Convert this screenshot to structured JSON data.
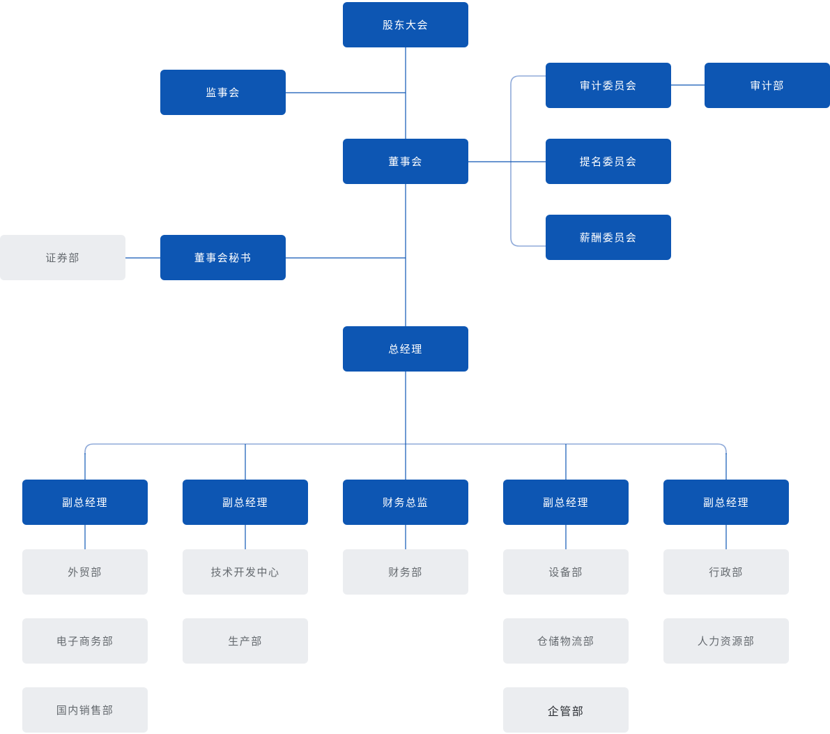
{
  "diagram": {
    "type": "org-chart",
    "language": "zh-CN"
  },
  "colors": {
    "primary_node_bg": "#0d56b3",
    "primary_node_text": "#ffffff",
    "secondary_node_bg": "#ebedf0",
    "secondary_node_text": "#64696e",
    "secondary_node_text_dark": "#2b2e33",
    "connector_dark": "#0d56b3",
    "connector_light": "#8faad9",
    "background": "#ffffff"
  },
  "nodes": {
    "shareholders": "股东大会",
    "supervisory_board": "监事会",
    "board_of_directors": "董事会",
    "audit_committee": "审计委员会",
    "audit_dept": "审计部",
    "nomination_committee": "提名委员会",
    "compensation_committee": "薪酬委员会",
    "board_secretary": "董事会秘书",
    "securities_dept": "证券部",
    "general_manager": "总经理",
    "deputy_gm_1": "副总经理",
    "deputy_gm_2": "副总经理",
    "cfo": "财务总监",
    "deputy_gm_3": "副总经理",
    "deputy_gm_4": "副总经理",
    "foreign_trade_dept": "外贸部",
    "ecommerce_dept": "电子商务部",
    "domestic_sales_dept": "国内销售部",
    "tech_dev_center": "技术开发中心",
    "production_dept": "生产部",
    "finance_dept": "财务部",
    "equipment_dept": "设备部",
    "warehouse_logistics_dept": "仓储物流部",
    "enterprise_mgmt_dept": "企管部",
    "admin_dept": "行政部",
    "hr_dept": "人力资源部"
  },
  "edges": [
    [
      "shareholders",
      "board_of_directors"
    ],
    [
      "supervisory_board",
      "board_of_directors"
    ],
    [
      "board_of_directors",
      "audit_committee"
    ],
    [
      "board_of_directors",
      "nomination_committee"
    ],
    [
      "board_of_directors",
      "compensation_committee"
    ],
    [
      "audit_committee",
      "audit_dept"
    ],
    [
      "board_secretary",
      "board_of_directors"
    ],
    [
      "securities_dept",
      "board_secretary"
    ],
    [
      "board_of_directors",
      "general_manager"
    ],
    [
      "general_manager",
      "deputy_gm_1"
    ],
    [
      "general_manager",
      "deputy_gm_2"
    ],
    [
      "general_manager",
      "cfo"
    ],
    [
      "general_manager",
      "deputy_gm_3"
    ],
    [
      "general_manager",
      "deputy_gm_4"
    ],
    [
      "deputy_gm_1",
      "foreign_trade_dept"
    ],
    [
      "deputy_gm_2",
      "tech_dev_center"
    ],
    [
      "cfo",
      "finance_dept"
    ],
    [
      "deputy_gm_3",
      "equipment_dept"
    ],
    [
      "deputy_gm_4",
      "admin_dept"
    ]
  ],
  "department_stacks": {
    "deputy_gm_1": [
      "foreign_trade_dept",
      "ecommerce_dept",
      "domestic_sales_dept"
    ],
    "deputy_gm_2": [
      "tech_dev_center",
      "production_dept"
    ],
    "cfo": [
      "finance_dept"
    ],
    "deputy_gm_3": [
      "equipment_dept",
      "warehouse_logistics_dept",
      "enterprise_mgmt_dept"
    ],
    "deputy_gm_4": [
      "admin_dept",
      "hr_dept"
    ]
  }
}
